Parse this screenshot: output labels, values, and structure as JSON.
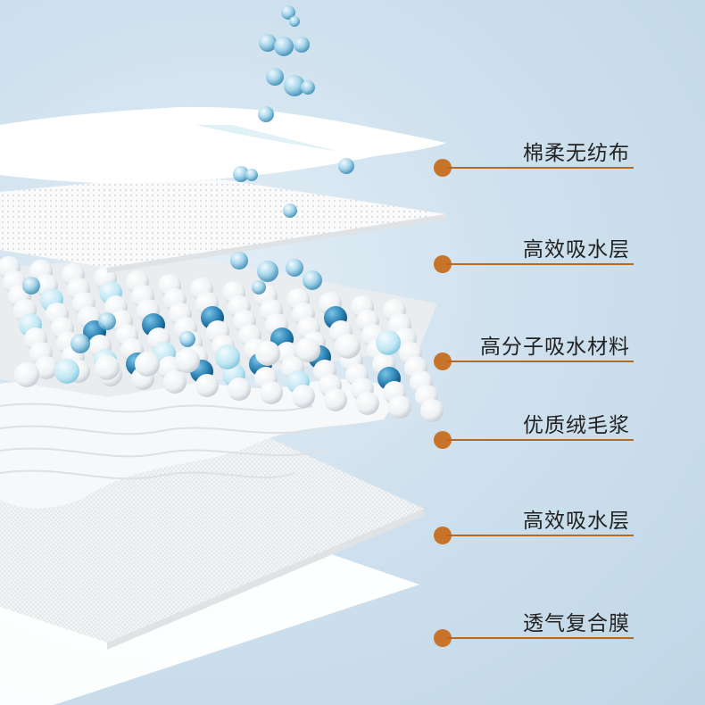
{
  "labels": [
    "棉柔无纺布",
    "高效吸水层",
    "高分子吸水材料",
    "优质绒毛浆",
    "高效吸水层",
    "透气复合膜"
  ],
  "colors": {
    "accent": "#c8732a",
    "line": "#b76a1e",
    "background": "#c9dcea",
    "sheet": "#ffffff",
    "bead_blue": "#2f86b8",
    "bead_light": "#bfe7f3",
    "droplet": "#6fb6d4"
  }
}
